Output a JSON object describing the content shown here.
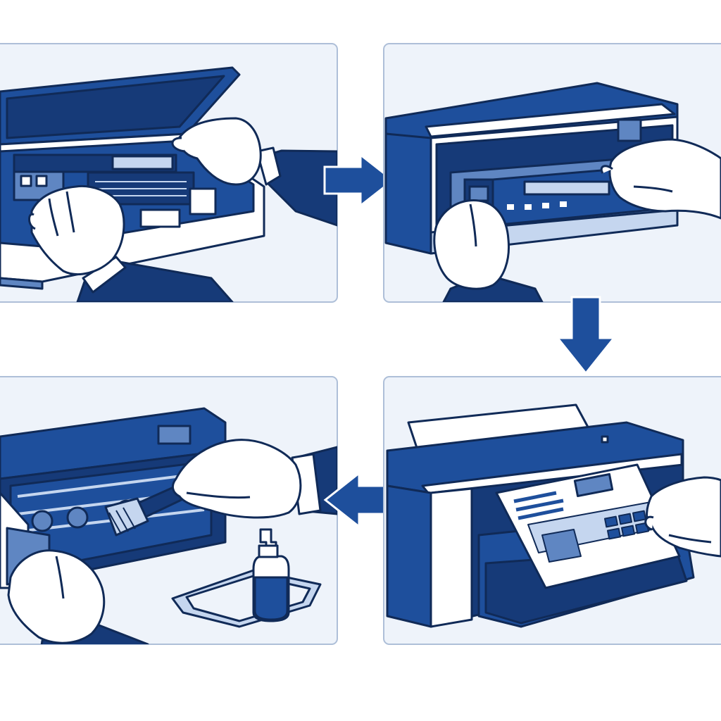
{
  "diagram": {
    "type": "four-step illustrated process, no printed text",
    "sequence": [
      "panel-1",
      "panel-2",
      "panel-3",
      "panel-4"
    ],
    "flow": [
      "right",
      "down",
      "left"
    ],
    "colors": {
      "background": "#ffffff",
      "panel_fill": "#eef3fa",
      "panel_border": "#aebfd8",
      "primary_blue": "#1e4f9c",
      "dark_navy": "#163a78",
      "mid_blue": "#5f86c2",
      "light_blue": "#c5d6ef",
      "outline": "#102a57",
      "skin": "#ffffff"
    },
    "panels": [
      {
        "id": "panel-1",
        "scene": "open-printer-lid-hands",
        "icons": [
          "printer-icon",
          "hand-icon"
        ]
      },
      {
        "id": "panel-2",
        "scene": "remove-cartridge-hands",
        "icons": [
          "printer-icon",
          "cartridge-icon",
          "hand-icon"
        ]
      },
      {
        "id": "panel-3",
        "scene": "clean-with-brush",
        "icons": [
          "printer-icon",
          "brush-icon",
          "cleaning-fluid-bottle-icon",
          "cloth-icon",
          "hand-icon"
        ]
      },
      {
        "id": "panel-4",
        "scene": "printed-page-output",
        "icons": [
          "printer-icon",
          "paper-icon",
          "hand-icon"
        ]
      }
    ],
    "arrows": [
      {
        "id": "arrow-1",
        "direction": "right",
        "icon": "arrow-right-icon"
      },
      {
        "id": "arrow-2",
        "direction": "down",
        "icon": "arrow-down-icon"
      },
      {
        "id": "arrow-3",
        "direction": "left",
        "icon": "arrow-left-icon"
      }
    ]
  }
}
